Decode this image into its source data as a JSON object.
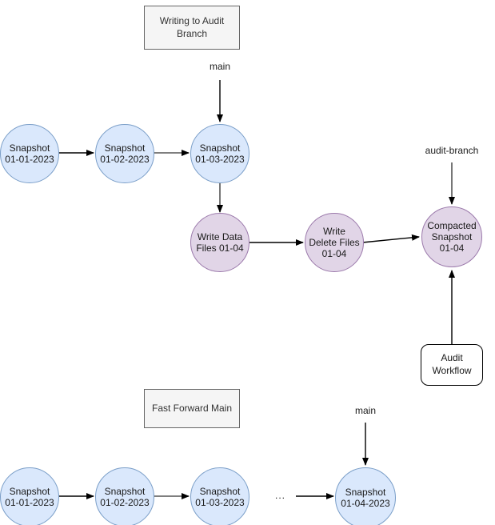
{
  "diagram": {
    "title_hidden": "",
    "colors": {
      "snapshot_fill": "#dae8fc",
      "snapshot_stroke": "#7a9ec8",
      "compaction_fill": "#e1d5e7",
      "compaction_stroke": "#9b79ab",
      "label_box_fill": "#f5f5f5",
      "label_box_stroke": "#666666",
      "edge_stroke": "#000000",
      "text": "#1a1a1a"
    },
    "sections": [
      {
        "key": "writing_to_audit_branch",
        "label": "Writing to Audit\nBranch"
      },
      {
        "key": "fast_forward_main",
        "label": "Fast Forward Main"
      }
    ],
    "branch_labels": [
      {
        "key": "main_top",
        "text": "main"
      },
      {
        "key": "audit_branch",
        "text": "audit-branch"
      },
      {
        "key": "main_bottom",
        "text": "main"
      }
    ],
    "top_nodes": [
      {
        "key": "snap-01-01",
        "text": "Snapshot\n01-01-2023",
        "type": "snapshot"
      },
      {
        "key": "snap-01-02",
        "text": "Snapshot\n01-02-2023",
        "type": "snapshot"
      },
      {
        "key": "snap-01-03",
        "text": "Snapshot\n01-03-2023",
        "type": "snapshot"
      },
      {
        "key": "write-data-files",
        "text": "Write Data\nFiles 01-04",
        "type": "compaction"
      },
      {
        "key": "write-delete-files",
        "text": "Write\nDelete Files\n01-04",
        "type": "compaction"
      },
      {
        "key": "compacted-snapshot",
        "text": "Compacted\nSnapshot\n01-04",
        "type": "compaction"
      }
    ],
    "workflow_box": {
      "key": "audit-workflow",
      "text": "Audit\nWorkflow"
    },
    "bottom_nodes": [
      {
        "key": "b-snap-01-01",
        "text": "Snapshot\n01-01-2023",
        "type": "snapshot"
      },
      {
        "key": "b-snap-01-02",
        "text": "Snapshot\n01-02-2023",
        "type": "snapshot"
      },
      {
        "key": "b-snap-01-03",
        "text": "Snapshot\n01-03-2023",
        "type": "snapshot"
      },
      {
        "key": "b-snap-01-04",
        "text": "Snapshot\n01-04-2023",
        "type": "snapshot"
      }
    ],
    "ellipsis": "..."
  }
}
